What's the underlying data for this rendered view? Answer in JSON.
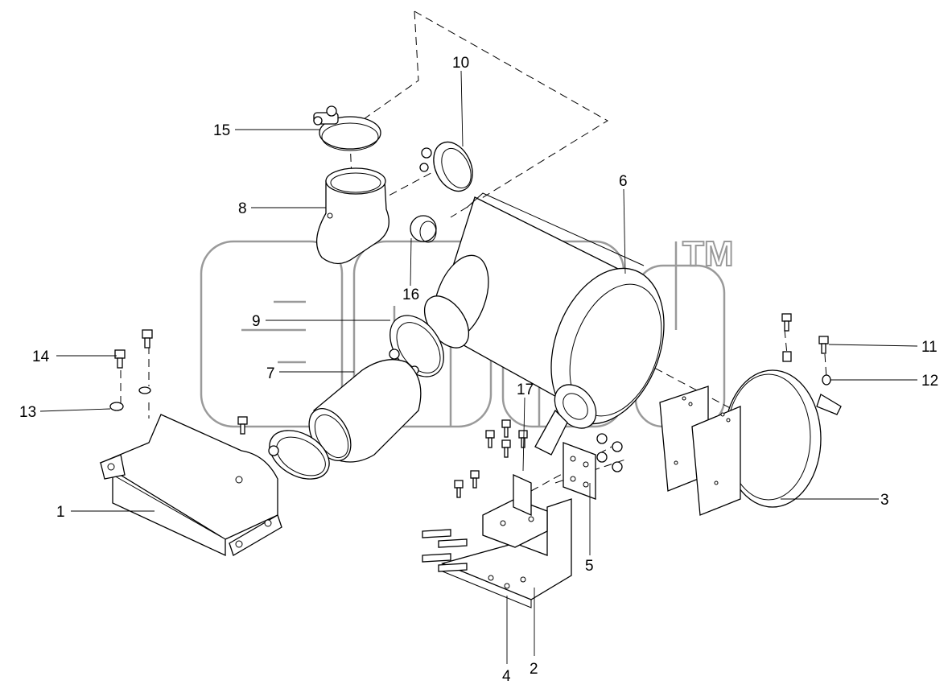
{
  "watermark": {
    "trademark": "TM"
  },
  "callouts": [
    "1",
    "2",
    "3",
    "4",
    "5",
    "6",
    "7",
    "8",
    "9",
    "10",
    "11",
    "12",
    "13",
    "14",
    "15",
    "16",
    "17"
  ],
  "colors": {
    "line": "#000000",
    "watermark": "#9a9a9a",
    "background": "#ffffff"
  }
}
